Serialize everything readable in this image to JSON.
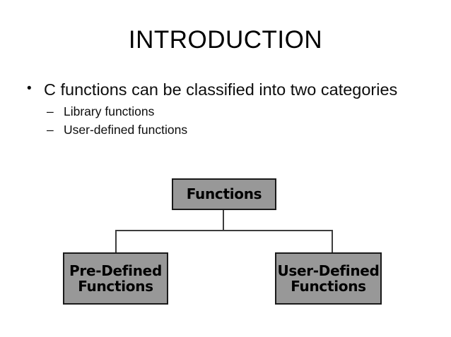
{
  "slide": {
    "title": "INTRODUCTION",
    "background_color": "#ffffff",
    "text_color": "#0d0d0d"
  },
  "body": {
    "bullets": [
      {
        "level": 1,
        "marker": "•",
        "text": "C functions can be classified into two categories"
      },
      {
        "level": 2,
        "marker": "–",
        "text": "Library functions"
      },
      {
        "level": 2,
        "marker": "–",
        "text": "User-defined functions"
      }
    ]
  },
  "diagram": {
    "type": "org-chart",
    "box_fill_color": "#989898",
    "box_border_color": "#1a1a1a",
    "connector_color": "#3d3d3d",
    "root": {
      "line1": "Functions"
    },
    "children": [
      {
        "line1": "Pre-Defined",
        "line2": "Functions"
      },
      {
        "line1": "User-Defined",
        "line2": "Functions"
      }
    ]
  }
}
